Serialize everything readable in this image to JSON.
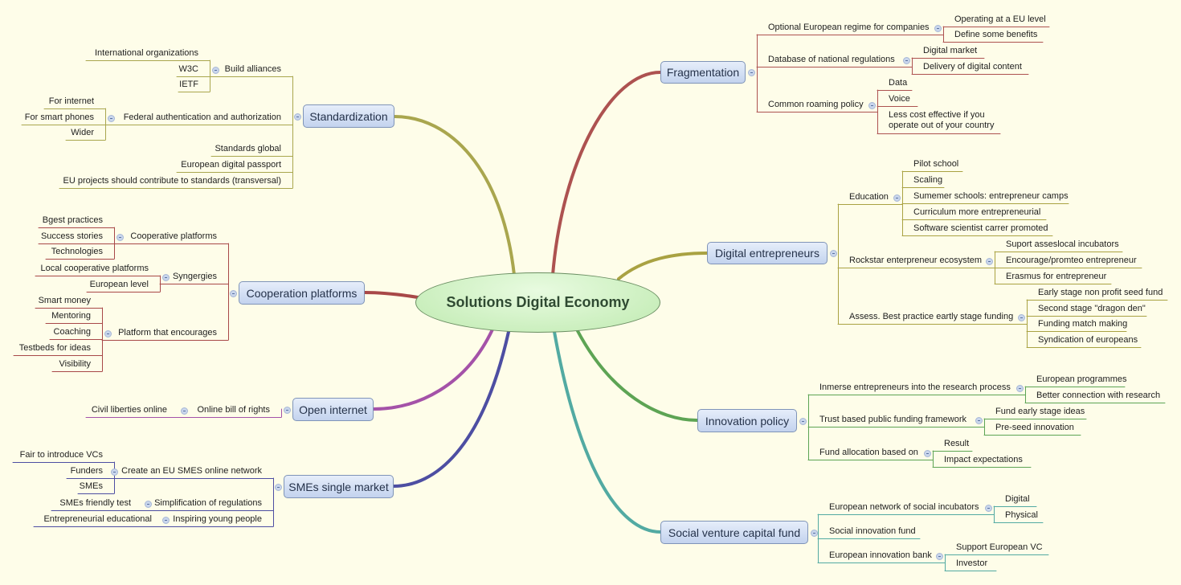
{
  "center": {
    "title": "Solutions Digital Economy",
    "color": "#bfeab0"
  },
  "branches": [
    {
      "label": "Standardization",
      "color": "#a9a64e",
      "children": [
        {
          "label": "Build alliances",
          "children": [
            {
              "label": "International organizations"
            },
            {
              "label": "W3C"
            },
            {
              "label": "IETF"
            }
          ]
        },
        {
          "label": "Federal authentication and authorization",
          "children": [
            {
              "label": "For internet"
            },
            {
              "label": "For smart phones"
            },
            {
              "label": "Wider"
            }
          ]
        },
        {
          "label": "Standards global"
        },
        {
          "label": "European digital passport"
        },
        {
          "label": "EU projects should contribute to standards (transversal)"
        }
      ]
    },
    {
      "label": "Cooperation platforms",
      "color": "#a84848",
      "children": [
        {
          "label": "Cooperative platforms",
          "children": [
            {
              "label": "Bgest practices"
            },
            {
              "label": "Success stories"
            },
            {
              "label": "Technologies"
            }
          ]
        },
        {
          "label": "Syngergies",
          "children": [
            {
              "label": "Local cooperative platforms"
            },
            {
              "label": "European level"
            }
          ]
        },
        {
          "label": "Platform that encourages",
          "children": [
            {
              "label": "Smart money"
            },
            {
              "label": "Mentoring"
            },
            {
              "label": "Coaching"
            },
            {
              "label": "Testbeds for ideas"
            },
            {
              "label": "Visibility"
            }
          ]
        }
      ]
    },
    {
      "label": "Open internet",
      "color": "#a452a8",
      "children": [
        {
          "label": "Online bill of rights",
          "children": [
            {
              "label": "Civil liberties online"
            }
          ]
        }
      ]
    },
    {
      "label": "SMEs single market",
      "color": "#4d4ea2",
      "children": [
        {
          "label": "Create an EU SMES online network",
          "children": [
            {
              "label": "Fair  to introduce VCs"
            },
            {
              "label": "Funders"
            },
            {
              "label": "SMEs"
            }
          ]
        },
        {
          "label": "Simplification of regulations",
          "children": [
            {
              "label": "SMEs friendly test"
            }
          ]
        },
        {
          "label": "Inspiring young people",
          "children": [
            {
              "label": "Entrepreneurial educational"
            }
          ]
        }
      ]
    },
    {
      "label": "Fragmentation",
      "color": "#ad5250",
      "children": [
        {
          "label": "Optional European regime for companies",
          "children": [
            {
              "label": "Operating at a EU level"
            },
            {
              "label": "Define some benefits"
            }
          ]
        },
        {
          "label": "Database of national regulations",
          "children": [
            {
              "label": "Digital market"
            },
            {
              "label": "Delivery of digital content"
            }
          ]
        },
        {
          "label": "Common roaming policy",
          "children": [
            {
              "label": "Data"
            },
            {
              "label": "Voice"
            },
            {
              "label": "Less cost effective if you\noperate out of your country"
            }
          ]
        }
      ]
    },
    {
      "label": "Digital entrepreneurs",
      "color": "#a9a242",
      "children": [
        {
          "label": "Education",
          "children": [
            {
              "label": "Pilot school"
            },
            {
              "label": "Scaling"
            },
            {
              "label": "Sumemer schools: entrepreneur camps"
            },
            {
              "label": "Curriculum more entrepreneurial"
            },
            {
              "label": "Software scientist carrer promoted"
            }
          ]
        },
        {
          "label": "Rockstar enterpreneur ecosystem",
          "children": [
            {
              "label": "Suport asseslocal incubators"
            },
            {
              "label": "Encourage/promteo entrepreneur"
            },
            {
              "label": "Erasmus for entrepreneur"
            }
          ]
        },
        {
          "label": "Assess. Best practice eartly stage funding",
          "children": [
            {
              "label": "Early stage non profit seed fund"
            },
            {
              "label": "Second stage \"dragon den\""
            },
            {
              "label": "Funding match making"
            },
            {
              "label": "Syndication of europeans"
            }
          ]
        }
      ]
    },
    {
      "label": "Innovation policy",
      "color": "#5da454",
      "children": [
        {
          "label": "Inmerse entrepreneurs into the research process",
          "children": [
            {
              "label": "European programmes"
            },
            {
              "label": "Better connection with research"
            }
          ]
        },
        {
          "label": "Trust based public funding framework",
          "children": [
            {
              "label": "Fund early stage ideas"
            },
            {
              "label": "Pre-seed innovation"
            }
          ]
        },
        {
          "label": "Fund allocation based on",
          "children": [
            {
              "label": "Result"
            },
            {
              "label": "Impact expectations"
            }
          ]
        }
      ]
    },
    {
      "label": "Social venture capital fund",
      "color": "#52aaa2",
      "children": [
        {
          "label": "European network of social incubators",
          "children": [
            {
              "label": "Digital"
            },
            {
              "label": "Physical"
            }
          ]
        },
        {
          "label": "Social innovation fund"
        },
        {
          "label": "European innovation bank",
          "children": [
            {
              "label": "Support European VC"
            },
            {
              "label": "Investor"
            }
          ]
        }
      ]
    }
  ]
}
